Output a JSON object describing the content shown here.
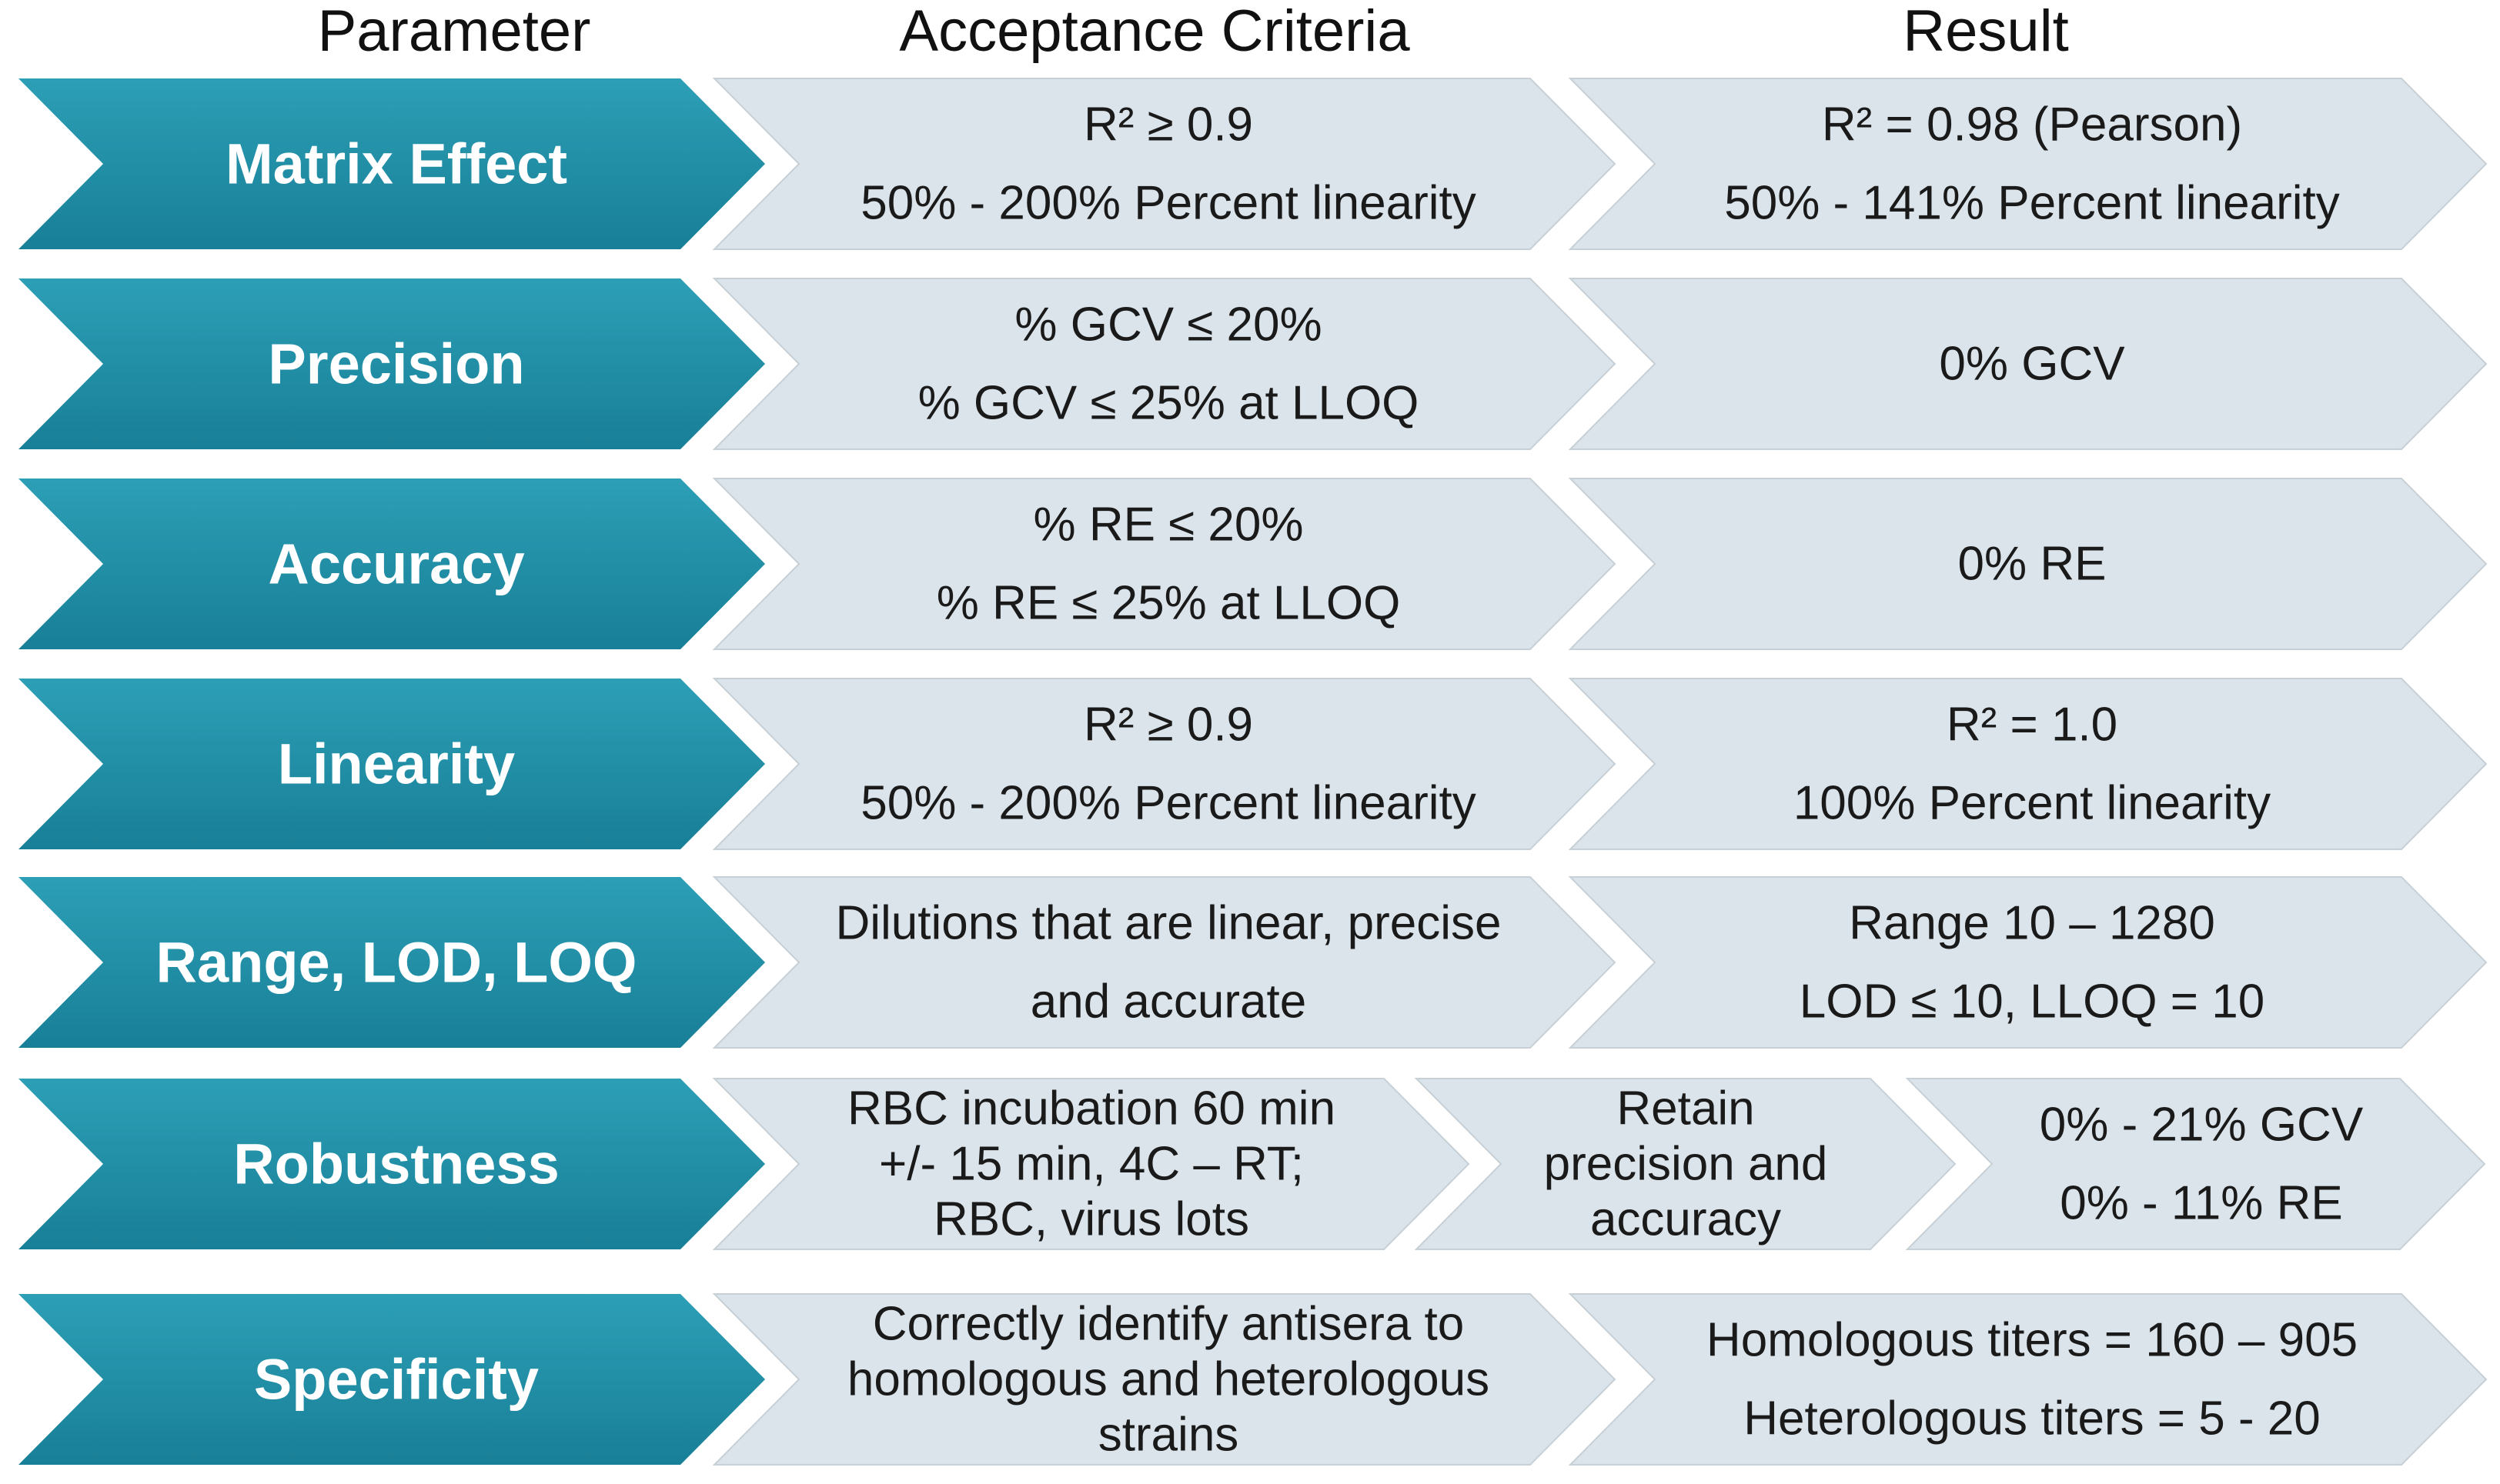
{
  "headers": {
    "parameter": "Parameter",
    "criteria": "Acceptance Criteria",
    "result": "Result"
  },
  "colors": {
    "chevron_dark": "#187f97",
    "chevron_light": "#2c9fb6",
    "cell_fill": "#dbe4ea",
    "cell_border": "#c7d0d6",
    "text": "#1a1a1a"
  },
  "rows": [
    {
      "parameter": "Matrix Effect",
      "criteria": [
        "R² ≥ 0.9",
        "50% - 200% Percent linearity"
      ],
      "result": [
        "R² = 0.98 (Pearson)",
        "50% - 141% Percent linearity"
      ]
    },
    {
      "parameter": "Precision",
      "criteria": [
        "% GCV ≤ 20%",
        "% GCV ≤ 25% at LLOQ"
      ],
      "result": [
        "0% GCV"
      ]
    },
    {
      "parameter": "Accuracy",
      "criteria": [
        "% RE ≤ 20%",
        "% RE ≤ 25% at LLOQ"
      ],
      "result": [
        "0% RE"
      ]
    },
    {
      "parameter": "Linearity",
      "criteria": [
        "R² ≥ 0.9",
        "50% - 200% Percent linearity"
      ],
      "result": [
        "R² = 1.0",
        "100% Percent linearity"
      ]
    },
    {
      "parameter": "Range, LOD, LOQ",
      "criteria": [
        "Dilutions that are linear, precise",
        "and accurate"
      ],
      "result": [
        "Range 10 – 1280",
        "LOD ≤ 10, LLOQ = 10"
      ]
    },
    {
      "parameter": "Robustness",
      "criteria": [
        "RBC incubation 60 min",
        "+/- 15 min, 4C – RT;",
        "RBC, virus lots"
      ],
      "extra": [
        "Retain",
        "precision and",
        "accuracy"
      ],
      "result": [
        "0% - 21% GCV",
        "0% - 11% RE"
      ]
    },
    {
      "parameter": "Specificity",
      "criteria": [
        "Correctly identify antisera to",
        "homologous and heterologous",
        "strains"
      ],
      "result": [
        "Homologous titers = 160 – 905",
        "Heterologous titers = 5 - 20"
      ]
    }
  ]
}
